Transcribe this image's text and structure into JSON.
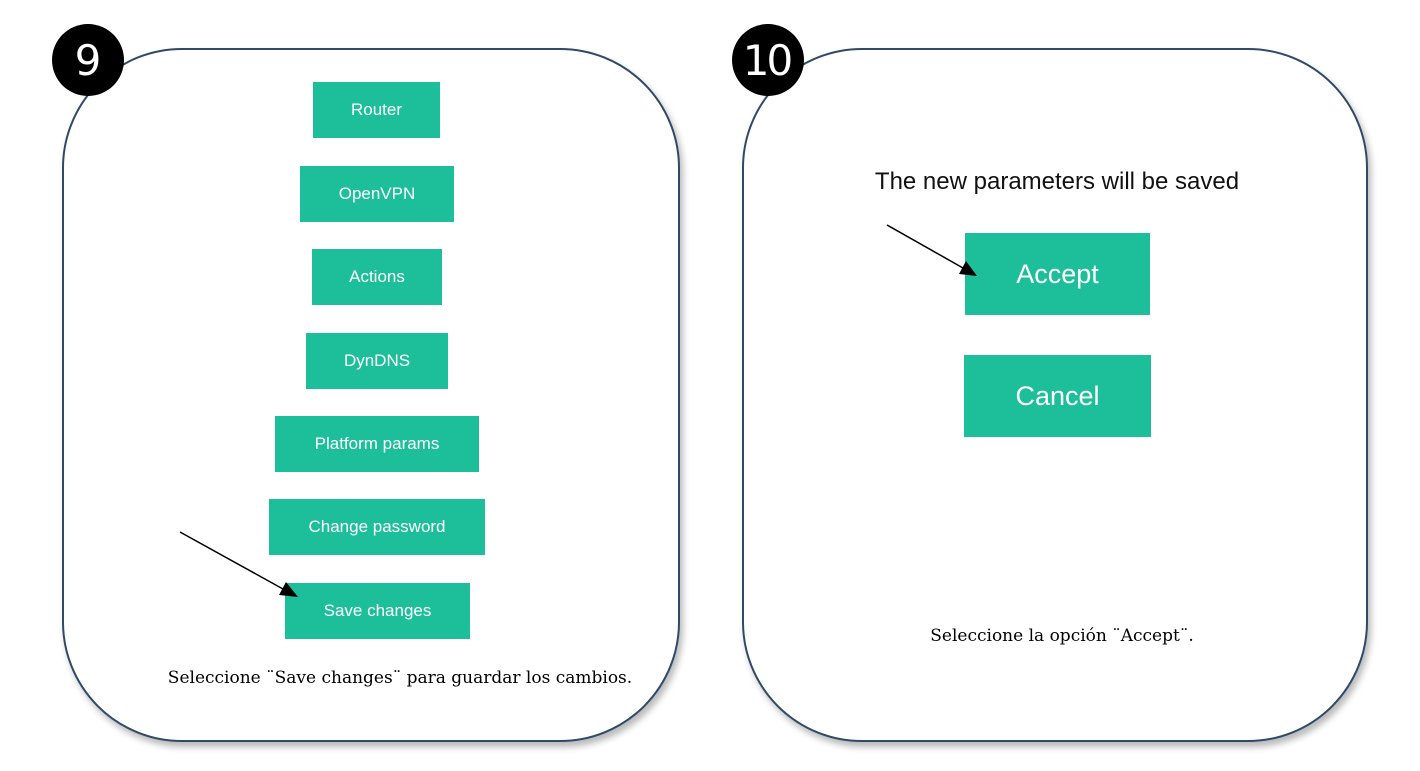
{
  "steps": [
    {
      "number": "9",
      "menu": {
        "router": "Router",
        "openvpn": "OpenVPN",
        "actions": "Actions",
        "dyndns": "DynDNS",
        "platform_params": "Platform params",
        "change_password": "Change password",
        "save_changes": "Save changes"
      },
      "caption": "Seleccione ¨Save changes¨ para guardar los cambios."
    },
    {
      "number": "10",
      "dialog": {
        "message": "The new parameters will be saved",
        "accept": "Accept",
        "cancel": "Cancel"
      },
      "caption": "Seleccione la opción ¨Accept¨."
    }
  ],
  "colors": {
    "button": "#1dbf9b",
    "panel_border": "#2f4a66",
    "badge": "#000000"
  }
}
